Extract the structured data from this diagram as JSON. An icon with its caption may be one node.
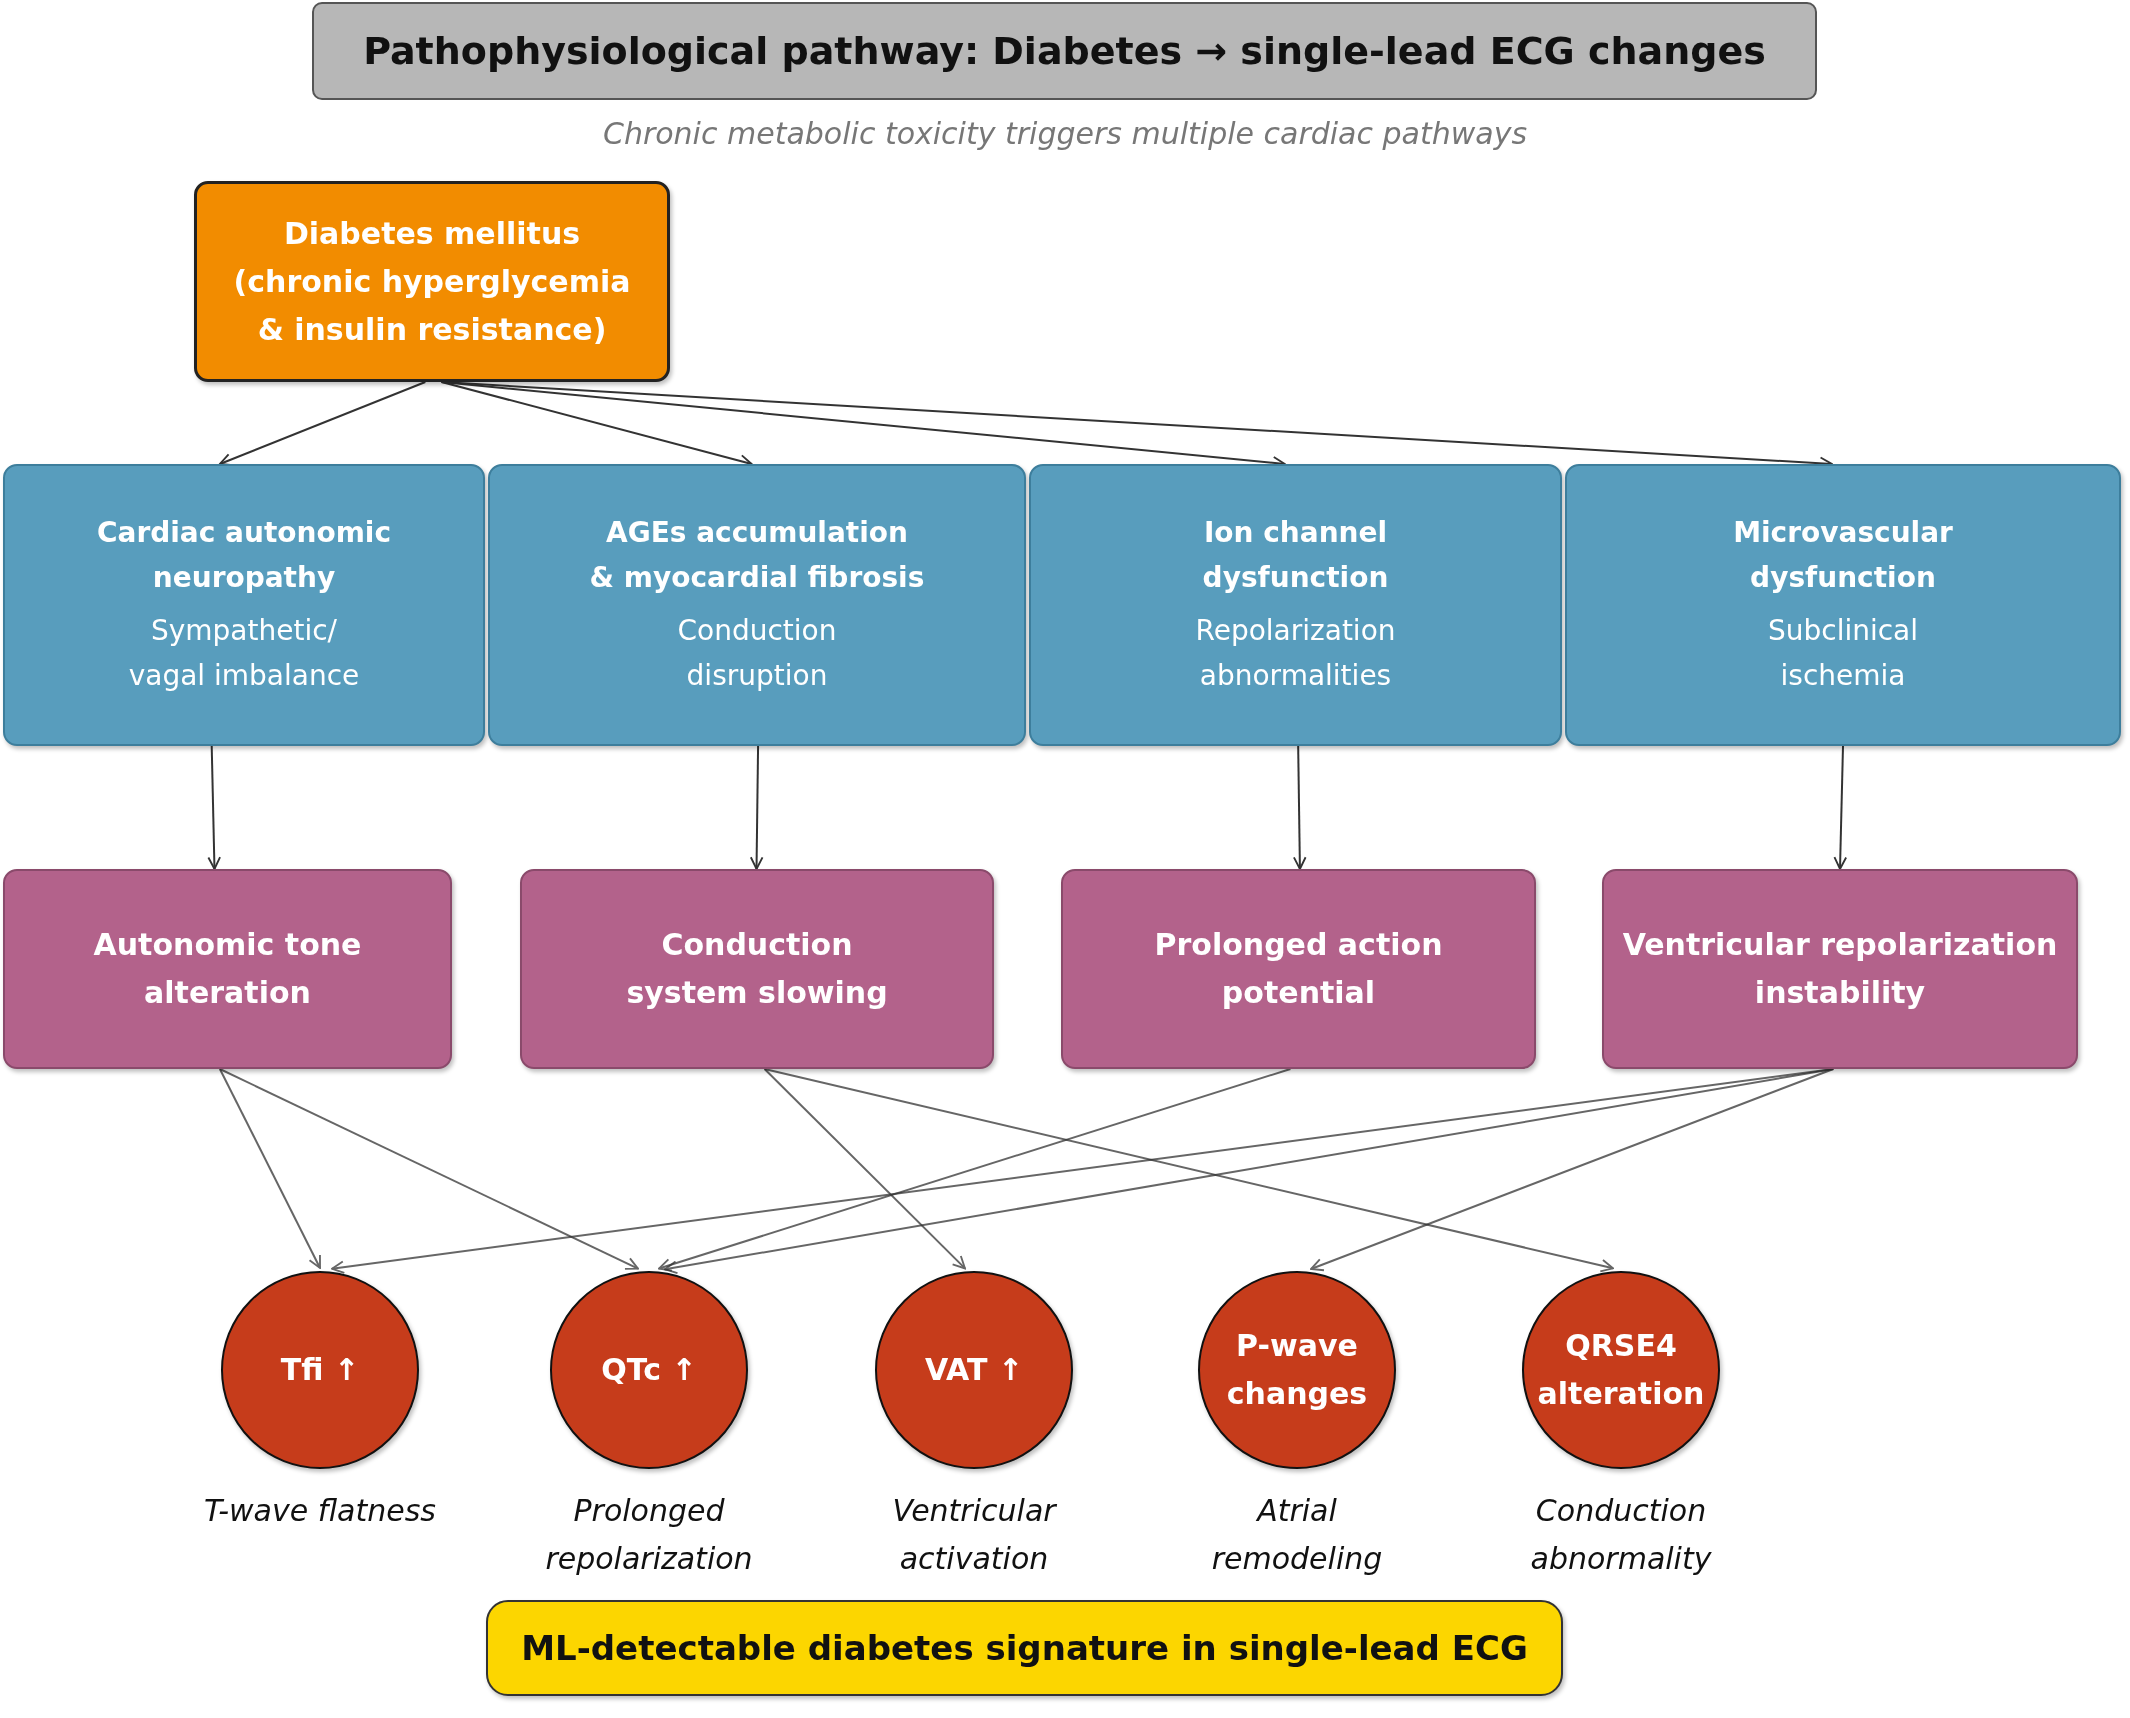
{
  "diagram": {
    "title": "Pathophysiological pathway: Diabetes → single-lead ECG changes",
    "nodes": [
      {
        "text": [
          "Diabetes mellitus (chronic hyperglycemia & insulin resistance)"
        ]
      },
      {
        "text": [
          "Cardiac autonomic neuropathy",
          "Sympathetic/ vagal imbalance"
        ]
      },
      {
        "text": [
          "AGEs accumulation & myocardial fibrosis",
          "Conduction disruption"
        ]
      },
      {
        "text": [
          "Ion channel dysfunction",
          "Repolarization abnormalities"
        ]
      },
      {
        "text": [
          "Microvascular dysfunction",
          "Subclinical ischemia"
        ]
      },
      {
        "text": [
          "Autonomic tone alteration"
        ]
      },
      {
        "text": [
          "Conduction system slowing"
        ]
      },
      {
        "text": [
          "Prolonged action potential"
        ]
      },
      {
        "text": [
          "Ventricular repolarization instability"
        ]
      },
      {
        "text": [
          "Tfi ↑"
        ],
        "beside": [
          "T-wave flatness"
        ]
      },
      {
        "text": [
          "QTc ↑"
        ],
        "beside": [
          "Prolonged repolarization"
        ]
      },
      {
        "text": [
          "VAT ↑"
        ],
        "beside": [
          "Ventricular activation"
        ]
      },
      {
        "text": [
          "P-wave changes"
        ],
        "beside": [
          "Atrial remodeling"
        ]
      },
      {
        "text": [
          "QRSE4 alteration"
        ],
        "beside": [
          "Conduction abnormality"
        ]
      },
      {
        "text": [
          "ML-detectable diabetes signature in single-lead ECG"
        ]
      }
    ],
    "edges": [
      {
        "from": 0,
        "to": 1,
        "arrow": "to"
      },
      {
        "from": 0,
        "to": 2,
        "arrow": "to"
      },
      {
        "from": 0,
        "to": 3,
        "arrow": "to"
      },
      {
        "from": 0,
        "to": 4,
        "arrow": "to"
      },
      {
        "from": 1,
        "to": 5,
        "arrow": "to"
      },
      {
        "from": 2,
        "to": 6,
        "arrow": "to"
      },
      {
        "from": 3,
        "to": 7,
        "arrow": "to"
      },
      {
        "from": 4,
        "to": 8,
        "arrow": "to"
      },
      {
        "from": 5,
        "to": 9,
        "arrow": "to"
      },
      {
        "from": 5,
        "to": 10,
        "arrow": "to"
      },
      {
        "from": 6,
        "to": 11,
        "arrow": "to"
      },
      {
        "from": 6,
        "to": 13,
        "arrow": "to"
      },
      {
        "from": 7,
        "to": 10,
        "arrow": "to"
      },
      {
        "from": 8,
        "to": 9,
        "arrow": "to"
      },
      {
        "from": 8,
        "to": 10,
        "arrow": "to"
      },
      {
        "from": 8,
        "to": 12,
        "arrow": "to"
      }
    ],
    "labels": [
      "Chronic metabolic toxicity triggers multiple cardiac pathways"
    ]
  }
}
